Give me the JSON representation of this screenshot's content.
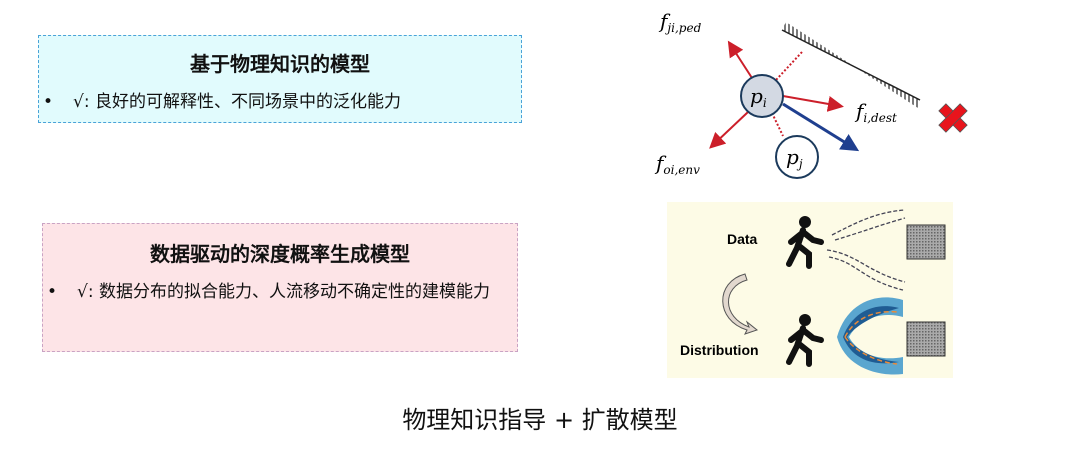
{
  "physics_box": {
    "title": "基于物理知识的模型",
    "bullet": "√: 良好的可解释性、不同场景中的泛化能力"
  },
  "data_box": {
    "title": "数据驱动的深度概率生成模型",
    "bullet": "√: 数据分布的拟合能力、人流移动不确定性的建模能力"
  },
  "force_diagram": {
    "labels": {
      "f_ped": "f",
      "f_ped_sub": "ji,ped",
      "f_dest": "f",
      "f_dest_sub": "i,dest",
      "f_env": "f",
      "f_env_sub": "oi,env",
      "p_i": "p",
      "p_i_sub": "i",
      "p_j": "p",
      "p_j_sub": "j"
    },
    "colors": {
      "force": "#cc1f2a",
      "velocity": "#1f3f8f",
      "cross": "#e8141c"
    }
  },
  "data_diagram": {
    "data_label": "Data",
    "distribution_label": "Distribution",
    "background": "#fdfbe6"
  },
  "conclusion": "物理知识指导 + 扩散模型"
}
